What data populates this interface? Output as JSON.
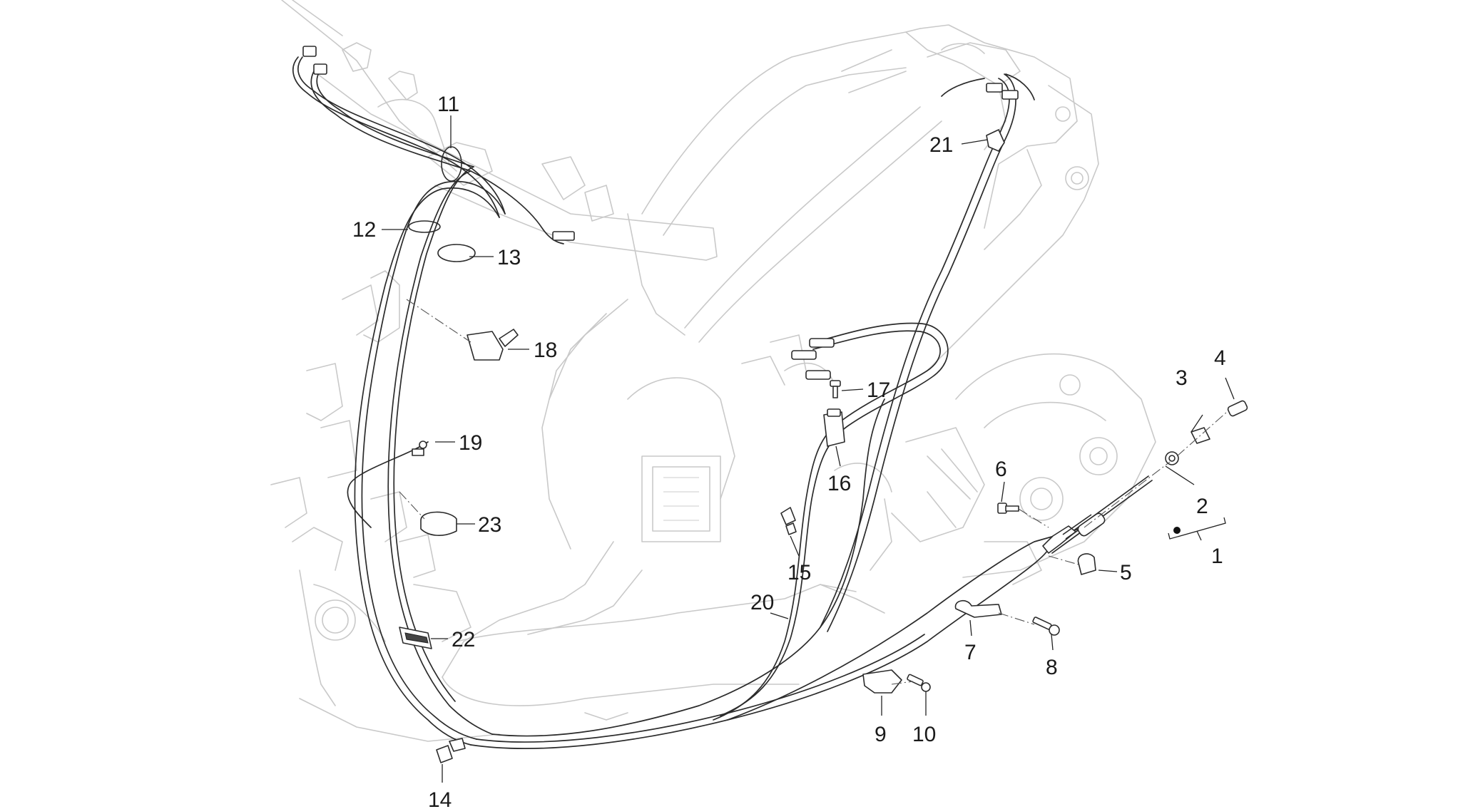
{
  "diagram": {
    "callouts": [
      {
        "id": "1",
        "label": "1"
      },
      {
        "id": "2",
        "label": "2"
      },
      {
        "id": "3",
        "label": "3"
      },
      {
        "id": "4",
        "label": "4"
      },
      {
        "id": "5",
        "label": "5"
      },
      {
        "id": "6",
        "label": "6"
      },
      {
        "id": "7",
        "label": "7"
      },
      {
        "id": "8",
        "label": "8"
      },
      {
        "id": "9",
        "label": "9"
      },
      {
        "id": "10",
        "label": "10"
      },
      {
        "id": "11",
        "label": "11"
      },
      {
        "id": "12",
        "label": "12"
      },
      {
        "id": "13",
        "label": "13"
      },
      {
        "id": "14",
        "label": "14"
      },
      {
        "id": "15",
        "label": "15"
      },
      {
        "id": "16",
        "label": "16"
      },
      {
        "id": "17",
        "label": "17"
      },
      {
        "id": "18",
        "label": "18"
      },
      {
        "id": "19",
        "label": "19"
      },
      {
        "id": "20",
        "label": "20"
      },
      {
        "id": "21",
        "label": "21"
      },
      {
        "id": "22",
        "label": "22"
      },
      {
        "id": "23",
        "label": "23"
      }
    ],
    "colors": {
      "frame": "#c9c9c9",
      "cable": "#2b2b2b",
      "text": "#1a1a1a",
      "background": "#ffffff"
    }
  }
}
